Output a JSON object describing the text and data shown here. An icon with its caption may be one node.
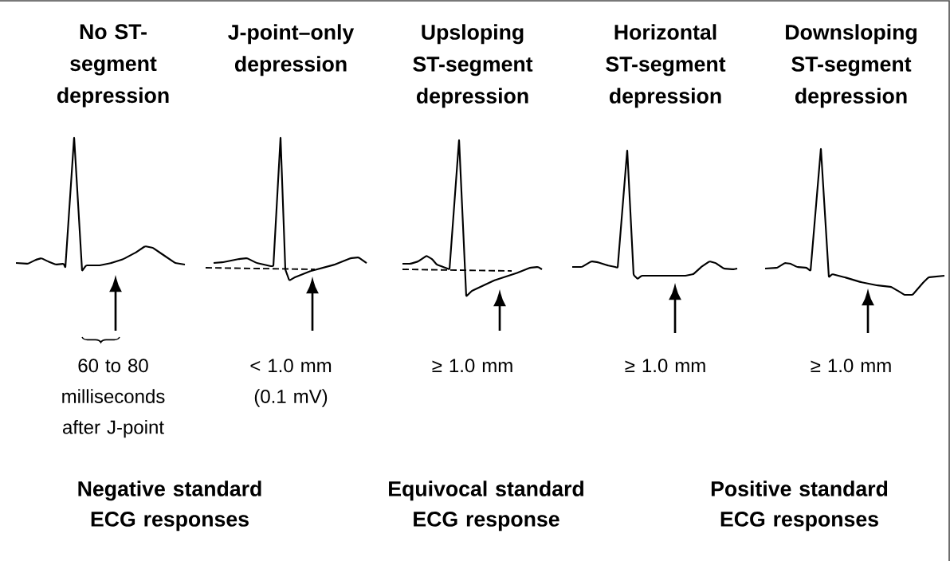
{
  "diagram": {
    "labels": [
      "No ST-segment depression",
      "J-point–only depression",
      "Upsloping ST-segment depression",
      "Horizontal ST-segment depression",
      "Downsloping ST-segment depression",
      "60 to 80 milliseconds after J-point",
      "< 1.0 mm (0.1 mV)",
      "≥ 1.0 mm",
      "≥ 1.0 mm",
      "≥ 1.0 mm",
      "Negative standard ECG responses",
      "Equivocal standard ECG response",
      "Positive standard ECG responses"
    ]
  }
}
